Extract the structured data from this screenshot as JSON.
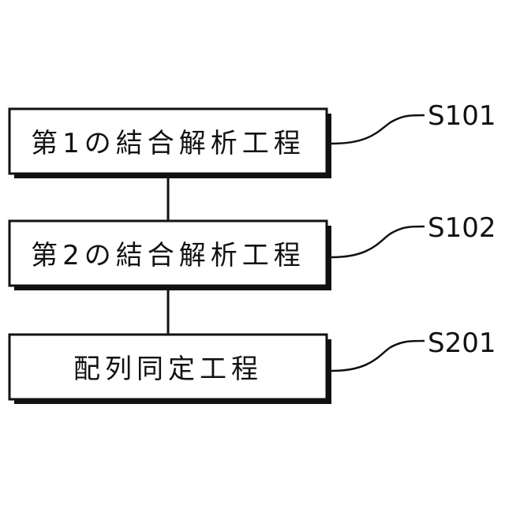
{
  "flowchart": {
    "steps": [
      {
        "label": "第1の結合解析工程",
        "ref": "S101"
      },
      {
        "label": "第2の結合解析工程",
        "ref": "S102"
      },
      {
        "label": "配列同定工程",
        "ref": "S201"
      }
    ]
  }
}
